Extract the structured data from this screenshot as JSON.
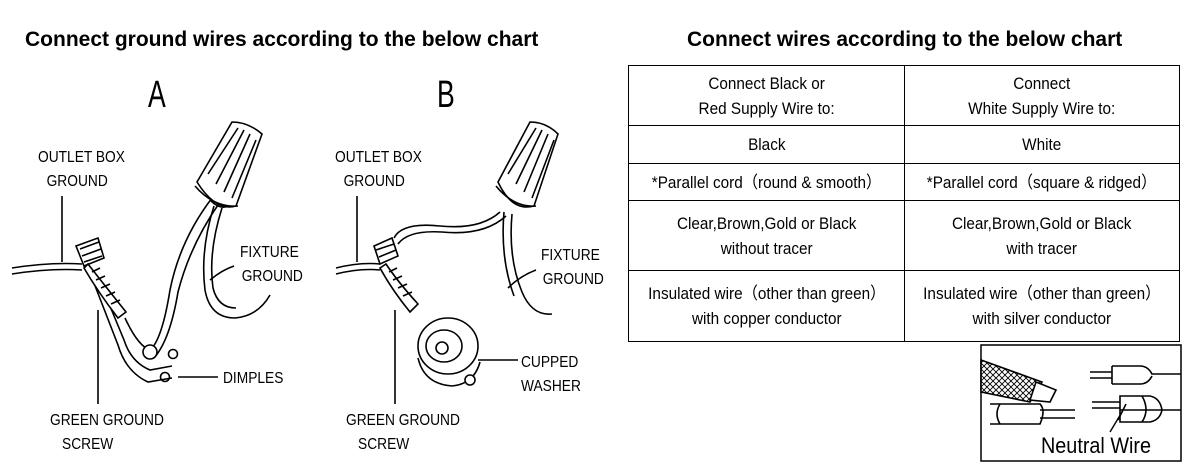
{
  "left_title": "Connect ground wires according to the below chart",
  "right_title": "Connect wires according to the below chart",
  "diagram_a": {
    "letter": "A",
    "outlet_box_ground": [
      "OUTLET BOX",
      "GROUND"
    ],
    "fixture_ground": [
      "FIXTURE",
      "GROUND"
    ],
    "dimples": "DIMPLES",
    "green_ground_screw": [
      "GREEN GROUND",
      "SCREW"
    ]
  },
  "diagram_b": {
    "letter": "B",
    "outlet_box_ground": [
      "OUTLET BOX",
      "GROUND"
    ],
    "fixture_ground": [
      "FIXTURE",
      "GROUND"
    ],
    "cupped_washer": [
      "CUPPED",
      "WASHER"
    ],
    "green_ground_screw": [
      "GREEN GROUND",
      "SCREW"
    ]
  },
  "wire_table": {
    "headers": [
      "Connect Black or\nRed Supply Wire to:",
      "Connect\nWhite Supply Wire to:"
    ],
    "rows": [
      [
        "Black",
        "White"
      ],
      [
        "*Parallel cord（round & smooth）",
        "*Parallel cord（square & ridged）"
      ],
      [
        "Clear,Brown,Gold or Black\nwithout tracer",
        "Clear,Brown,Gold or Black\nwith tracer"
      ],
      [
        "Insulated wire（other than green）\nwith copper conductor",
        "Insulated wire（other than green）\nwith silver conductor"
      ]
    ]
  },
  "neutral_wire_label": "Neutral Wire"
}
